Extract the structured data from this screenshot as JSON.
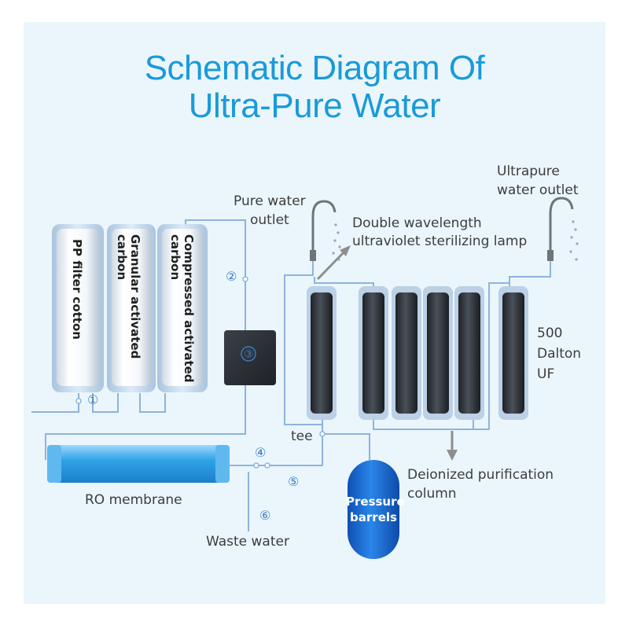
{
  "title": {
    "line1": "Schematic Diagram Of",
    "line2": "Ultra-Pure Water"
  },
  "filters": {
    "pp": "PP filter cotton",
    "granular_line1": "Granular activated",
    "granular_line2": "carbon",
    "compressed_line1": "Compressed activated",
    "compressed_line2": "carbon"
  },
  "labels": {
    "pure_outlet_line1": "Pure water",
    "pure_outlet_line2": "outlet",
    "ultrapure_outlet_line1": "Ultrapure",
    "ultrapure_outlet_line2": "water outlet",
    "uv_line1": "Double wavelength",
    "uv_line2": "ultraviolet sterilizing lamp",
    "uf_line1": "500",
    "uf_line2": "Dalton",
    "uf_line3": "UF",
    "tee": "tee",
    "deionized_line1": "Deionized purification",
    "deionized_line2": "column",
    "ro": "RO membrane",
    "waste": "Waste water",
    "pressure_line1": "Pressure",
    "pressure_line2": "barrels"
  },
  "steps": {
    "s1": "①",
    "s2": "②",
    "s3": "③",
    "s4": "④",
    "s5": "⑤",
    "s6": "⑥"
  },
  "colors": {
    "title": "#1a9ad9",
    "pipe": "#8fb3dc",
    "ro_membrane": "#2fa3e8",
    "pressure_barrel": "#1d6fd6",
    "column": "#33383f"
  }
}
